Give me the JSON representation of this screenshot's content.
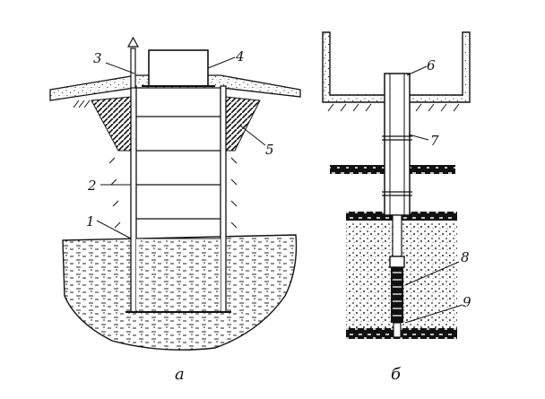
{
  "callouts": [
    "1",
    "2",
    "3",
    "4",
    "5",
    "6",
    "7",
    "8",
    "9"
  ],
  "captions": {
    "left": "а",
    "right": "б"
  }
}
